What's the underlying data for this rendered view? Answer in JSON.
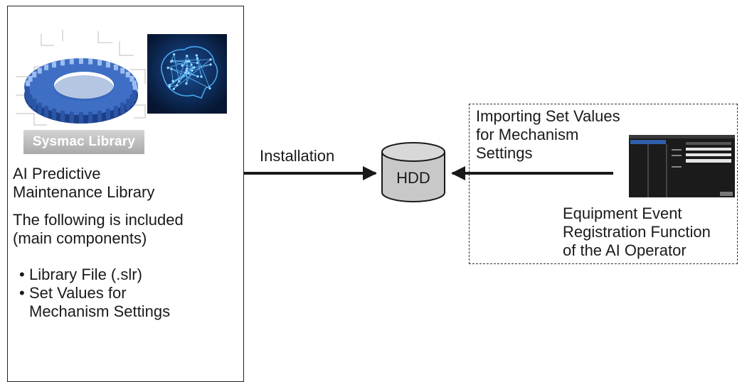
{
  "library": {
    "logo_text": "Sysmac Library",
    "title_lines": [
      "AI Predictive",
      "Maintenance Library"
    ],
    "included_lines": [
      "The following is included",
      "(main components)"
    ],
    "components": [
      "Library File (.slr)",
      "Set Values for\nMechanism Settings"
    ]
  },
  "installation_label": "Installation",
  "storage_label": "HDD",
  "import_label_lines": [
    "Importing Set Values",
    "for Mechanism",
    "Settings"
  ],
  "operator_label_lines": [
    "Equipment Event",
    "Registration Function",
    "of the AI Operator"
  ],
  "colors": {
    "gear_blue": "#3f6fc4",
    "gear_dark": "#1d3f86",
    "brain_bg": "#0b2147",
    "brain_glow": "#4fb2ff",
    "hdd_fill": "#c8c8c8",
    "line": "#1a1a1a"
  }
}
